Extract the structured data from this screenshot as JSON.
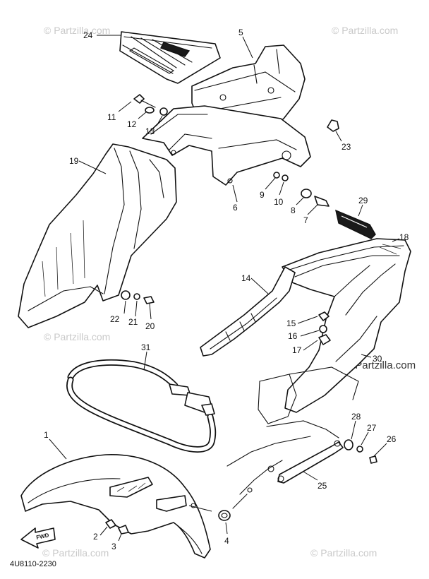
{
  "watermarks": [
    "© Partzilla.com",
    "© Partzilla.com",
    "© Partzilla.com",
    "© Partzilla.com",
    "© Partzilla.com"
  ],
  "watermark_visible": "© Partzilla.com",
  "drawing_code": "4U8110-2230",
  "forward_label": "FWD",
  "callouts": [
    "24",
    "5",
    "11",
    "12",
    "13",
    "23",
    "19",
    "9",
    "10",
    "8",
    "7",
    "6",
    "29",
    "18",
    "14",
    "22",
    "21",
    "20",
    "15",
    "16",
    "17",
    "30",
    "31",
    "1",
    "28",
    "27",
    "26",
    "25",
    "2",
    "3",
    "4"
  ],
  "colors": {
    "ink": "#111111",
    "paper": "#ffffff",
    "watermark": "#c9c9c9"
  }
}
